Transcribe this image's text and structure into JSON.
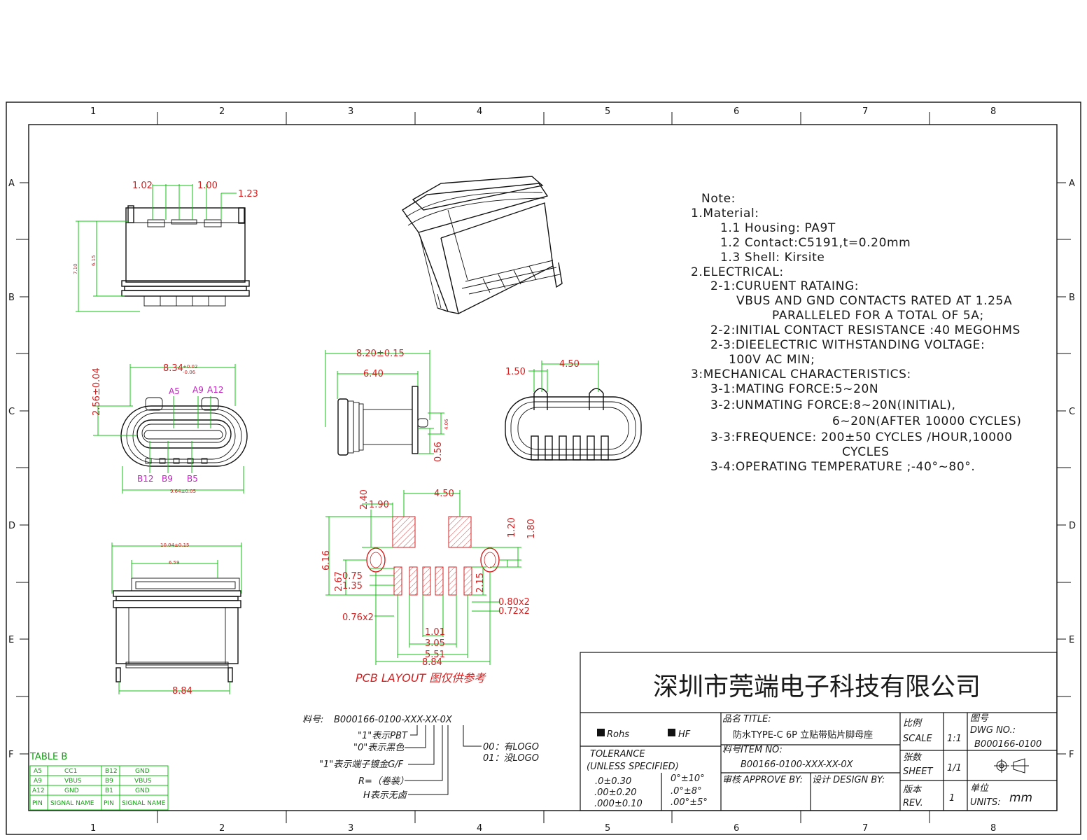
{
  "grid": {
    "columns": [
      "1",
      "2",
      "3",
      "4",
      "5",
      "6",
      "7",
      "8"
    ],
    "rows": [
      "A",
      "B",
      "C",
      "D",
      "E",
      "F"
    ]
  },
  "notes": [
    "Note:",
    "1.Material:",
    "1.1  Housing:  PA9T",
    "1.2  Contact:C5191,t=0.20mm",
    "1.3  Shell:  Kirsite",
    "2.ELECTRICAL:",
    "2-1:CURUENT  RATAING:",
    "VBUS  AND  GND  CONTACTS  RATED  AT  1.25A",
    "PARALLELED  FOR  A  TOTAL  OF  5A;",
    "2-2:INITIAL  CONTACT  RESISTANCE  :40  MEGOHMS",
    "2-3:DIEELECTRIC  WITHSTANDING  VOLTAGE:",
    "100V  AC  MIN;",
    "3:MECHANICAL  CHARACTERISTICS:",
    "3-1:MATING  FORCE:5~20N",
    "3-2:UNMATING  FORCE:8~20N(INITIAL),",
    "6~20N(AFTER  10000  CYCLES)",
    "3-3:FREQUENCE:  200±50  CYCLES  /HOUR,10000",
    "CYCLES",
    "3-4:OPERATING  TEMPERATURE  ;-40°~80°."
  ],
  "dims": {
    "front": [
      "1.02",
      "1.00",
      "1.23",
      "7.10",
      "6.15"
    ],
    "face": [
      "8.34",
      "+0.02",
      "-0.06",
      "2.56±0.04",
      "9.64±0.05"
    ],
    "face_pins": [
      "A5",
      "A9",
      "A12",
      "B12",
      "B9",
      "B5"
    ],
    "side": [
      "8.20±0.15",
      "6.40",
      "4.06",
      "0.56"
    ],
    "back": [
      "4.50",
      "1.50"
    ],
    "bottom": [
      "10.04±0.15",
      "6.59",
      "8.84"
    ],
    "pcb": [
      "4.50",
      "2.40",
      "1.90",
      "1.20",
      "1.80",
      "6.16",
      "0.75",
      "1.35",
      "2.67",
      "2.15",
      "0.80x2",
      "0.72x2",
      "0.76x2",
      "1.01",
      "3.05",
      "5.51",
      "8.84"
    ],
    "pcb_caption": "PCB  LAYOUT  图仅供参考"
  },
  "part_code": {
    "label": "料号:",
    "code": "B000166-0100-XXX-XX-0X",
    "opt1": "\"1\"表示PBT",
    "opt2": "\"0\"表示黑色",
    "opt3": "\"1\"表示端子镀金G/F",
    "opt4": "R=（卷装）",
    "opt5": "H表示无卤",
    "opt6": "00：有LOGO",
    "opt7": "01：没LOGO"
  },
  "table_b": {
    "title": "TABLE  B",
    "rows": [
      [
        "A5",
        "CC1",
        "B12",
        "GND"
      ],
      [
        "A9",
        "VBUS",
        "B9",
        "VBUS"
      ],
      [
        "A12",
        "GND",
        "B1",
        "GND"
      ],
      [
        "PIN",
        "SIGNAL NAME",
        "PIN",
        "SIGNAL NAME"
      ]
    ]
  },
  "title_block": {
    "company": "深圳市莞端电子科技有限公司",
    "rohs": "Rohs",
    "hf": "HF",
    "title_label": "品名 TITLE:",
    "title_value": "防水TYPE-C 6P  立贴带贴片脚母座",
    "item_label": "料号ITEM NO:",
    "item_value": "B00166-0100-XXX-XX-0X",
    "tolerance": "TOLERANCE",
    "unless": "(UNLESS SPECIFIED)",
    "tol1": ".0±0.30",
    "tol2": ".00±0.20",
    "tol3": ".000±0.10",
    "ang1": "0°±10°",
    "ang2": ".0°±8°",
    "ang3": ".00°±5°",
    "approve": "审核 APPROVE BY:",
    "design": "设计 DESIGN BY:",
    "scale_cn": "比例",
    "scale_en": "SCALE",
    "scale_val": "1:1",
    "sheet_cn": "张数",
    "sheet_en": "SHEET",
    "sheet_val": "1/1",
    "rev_cn": "版本",
    "rev_en": "REV.",
    "rev_val": "1",
    "dwg_cn": "图号",
    "dwg_en": "DWG NO.:",
    "dwg_val": "B000166-0100",
    "units_cn": "单位",
    "units_en": "UNITS:",
    "units_val": "mm"
  }
}
